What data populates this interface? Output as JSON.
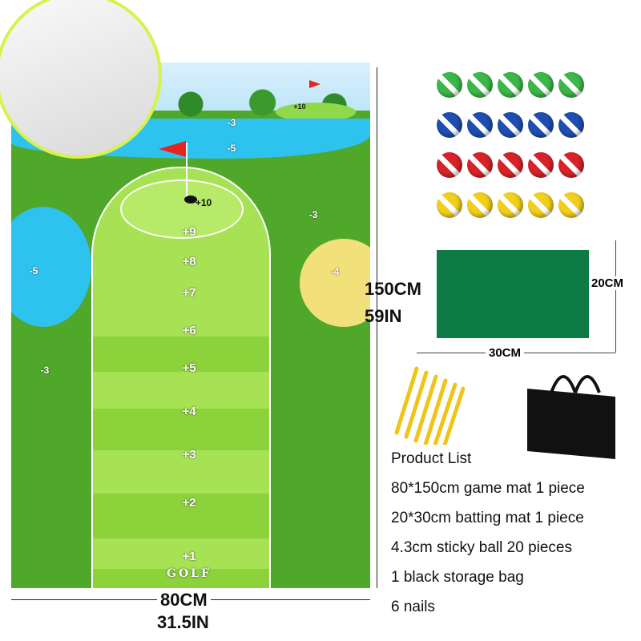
{
  "mat": {
    "scores": [
      "+10",
      "+9",
      "+8",
      "+7",
      "+6",
      "+5",
      "+4",
      "+3",
      "+2",
      "+1"
    ],
    "hazards": [
      "-3",
      "-5",
      "-3",
      "-5",
      "-4",
      "-3"
    ],
    "far_green": "+10",
    "brand": "GOLF"
  },
  "dimensions": {
    "height_cm": "150CM",
    "height_in": "59IN",
    "width_cm": "80CM",
    "width_in": "31.5IN",
    "batting_h": "20CM",
    "batting_w": "30CM"
  },
  "balls": {
    "colors": [
      "#3cb84a",
      "#1f4fb0",
      "#d9232a",
      "#f2cf1d"
    ],
    "per_row": 5
  },
  "product_list": {
    "title": "Product List",
    "items": [
      "80*150cm game mat 1 piece",
      "20*30cm batting mat 1 piece",
      "4.3cm sticky ball 20 pieces",
      "1 black storage bag",
      "6 nails"
    ]
  }
}
